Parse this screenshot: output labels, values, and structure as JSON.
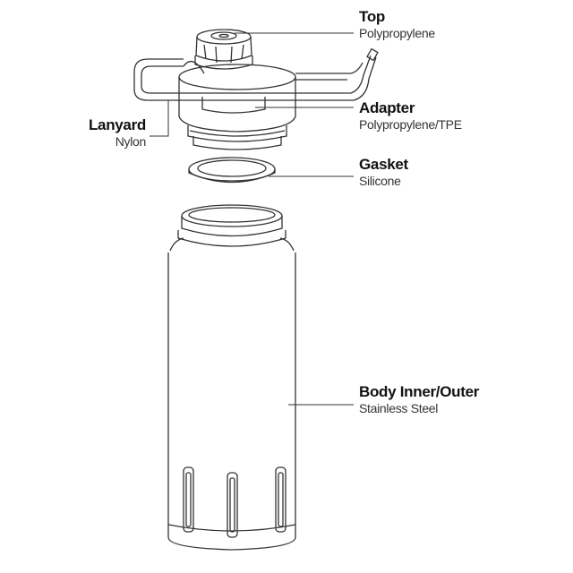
{
  "parts": [
    {
      "name": "Top",
      "material": "Polypropylene"
    },
    {
      "name": "Adapter",
      "material": "Polypropylene/TPE"
    },
    {
      "name": "Gasket",
      "material": "Silicone"
    },
    {
      "name": "Body Inner/Outer",
      "material": "Stainless Steel"
    },
    {
      "name": "Lanyard",
      "material": "Nylon"
    }
  ],
  "colors": {
    "line": "#333333",
    "text": "#111111"
  }
}
